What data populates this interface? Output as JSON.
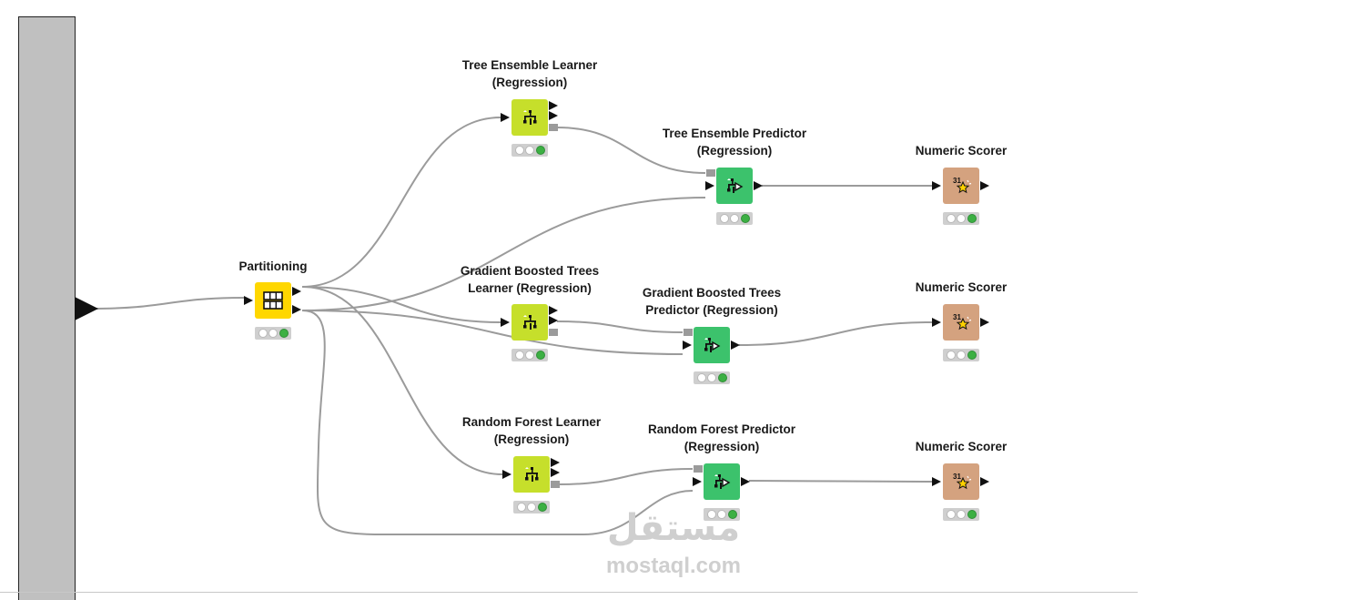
{
  "colors": {
    "partitioning": "#ffd700",
    "learner": "#c6df2b",
    "predictor": "#3cc26c",
    "scorer": "#d4a27f",
    "connection": "#9b9b9b",
    "status_green": "#3cb043",
    "sidebar": "#c0c0c0"
  },
  "nodes": [
    {
      "id": "partitioning",
      "label": [
        "Partitioning"
      ],
      "icon": "partition-icon",
      "kind": "partitioning"
    },
    {
      "id": "te-learner",
      "label": [
        "Tree Ensemble Learner",
        "(Regression)"
      ],
      "icon": "tree-learner-icon",
      "kind": "learner"
    },
    {
      "id": "te-predictor",
      "label": [
        "Tree Ensemble Predictor",
        "(Regression)"
      ],
      "icon": "tree-predictor-icon",
      "kind": "predictor"
    },
    {
      "id": "scorer-1",
      "label": [
        "Numeric Scorer"
      ],
      "icon": "scorer-icon",
      "kind": "scorer"
    },
    {
      "id": "gbt-learner",
      "label": [
        "Gradient Boosted Trees",
        "Learner (Regression)"
      ],
      "icon": "tree-learner-icon",
      "kind": "learner"
    },
    {
      "id": "gbt-predictor",
      "label": [
        "Gradient Boosted Trees",
        "Predictor (Regression)"
      ],
      "icon": "tree-predictor-icon",
      "kind": "predictor"
    },
    {
      "id": "scorer-2",
      "label": [
        "Numeric Scorer"
      ],
      "icon": "scorer-icon",
      "kind": "scorer"
    },
    {
      "id": "rf-learner",
      "label": [
        "Random Forest Learner",
        "(Regression)"
      ],
      "icon": "tree-learner-icon",
      "kind": "learner"
    },
    {
      "id": "rf-predictor",
      "label": [
        "Random Forest Predictor",
        "(Regression)"
      ],
      "icon": "tree-predictor-icon",
      "kind": "predictor"
    },
    {
      "id": "scorer-3",
      "label": [
        "Numeric Scorer"
      ],
      "icon": "scorer-icon",
      "kind": "scorer"
    }
  ],
  "status": {
    "executed": "green"
  },
  "watermark": {
    "arabic": "مستقل",
    "latin": "mostaql.com"
  }
}
